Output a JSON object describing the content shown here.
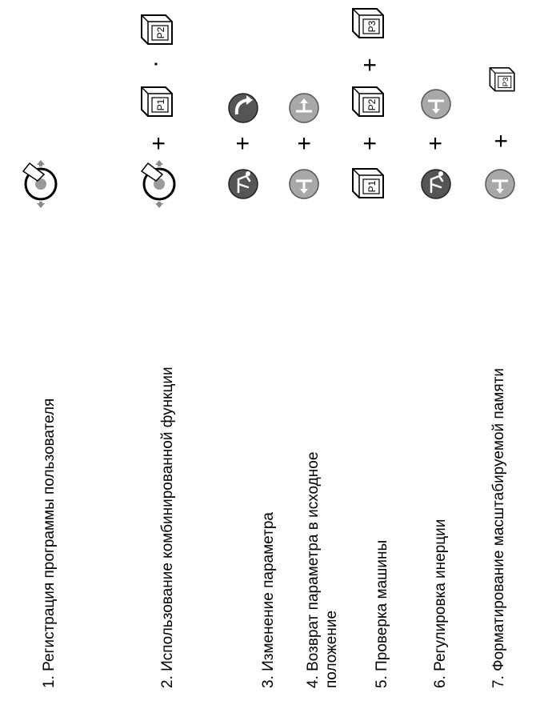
{
  "items": [
    {
      "label": "1. Регистрация программы пользователя"
    },
    {
      "label": "2. Использование комбинированной функции"
    },
    {
      "label": "3. Изменение параметра"
    },
    {
      "label": "4. Возврат параметра в исходное",
      "label2": "положение"
    },
    {
      "label": "5. Проверка машины"
    },
    {
      "label": "6. Регулировка инерции"
    },
    {
      "label": "7. Форматирование масштабируемой памяти"
    }
  ],
  "symbols": {
    "plus": "+",
    "dot": "·",
    "key_p1": "P1",
    "key_p2": "P2",
    "key_p3": "P3"
  },
  "colors": {
    "dark_button": "#555555",
    "light_button": "#a8a8a8",
    "arrow": "#8a8a8a",
    "key_face": "#ffffff"
  },
  "icons": [
    "dial-icon",
    "bow-arrow-icon",
    "cut-down-icon",
    "cut-up-icon",
    "climber-icon",
    "memory-key-icon"
  ]
}
